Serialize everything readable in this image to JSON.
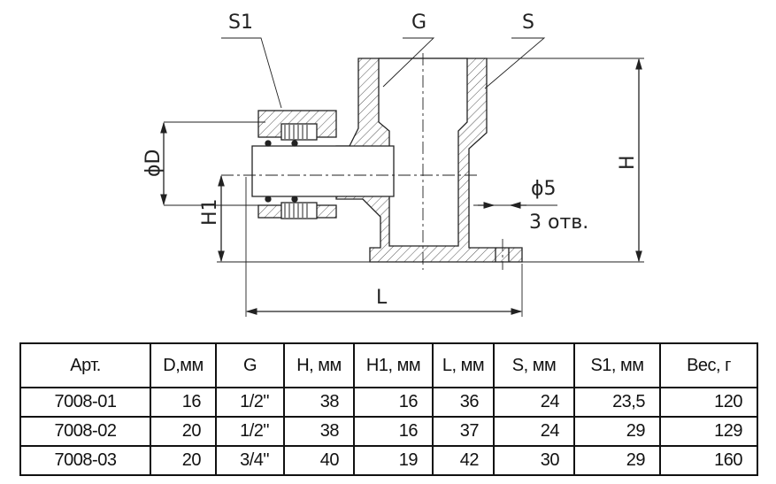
{
  "drawing": {
    "labels": {
      "s1": "S1",
      "g": "G",
      "s": "S",
      "phi_d": "ϕD",
      "h1": "H1",
      "h": "H",
      "l": "L",
      "phi5": "ϕ5",
      "holes": "3 отв."
    }
  },
  "table": {
    "headers": [
      "Арт.",
      "D,мм",
      "G",
      "H, мм",
      "H1, мм",
      "L, мм",
      "S, мм",
      "S1, мм",
      "Вес, г"
    ],
    "rows": [
      [
        "7008-01",
        "16",
        "1/2\"",
        "38",
        "16",
        "36",
        "24",
        "23,5",
        "120"
      ],
      [
        "7008-02",
        "20",
        "1/2\"",
        "38",
        "16",
        "37",
        "24",
        "29",
        "129"
      ],
      [
        "7008-03",
        "20",
        "3/4\"",
        "40",
        "19",
        "42",
        "30",
        "29",
        "160"
      ]
    ]
  }
}
